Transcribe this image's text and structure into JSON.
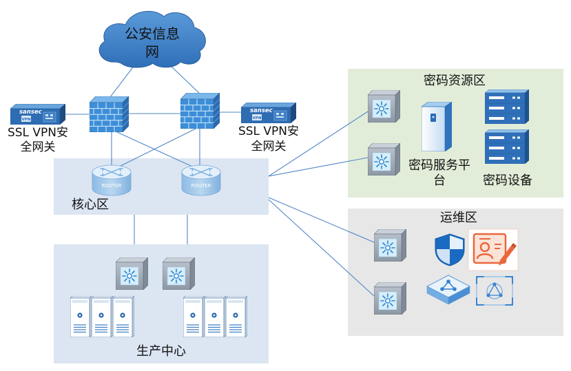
{
  "cloud": {
    "label_line1": "公安信息",
    "label_line2": "网"
  },
  "vpn_gateways": [
    {
      "logo": "sansec",
      "badge": "VPN",
      "label_line1": "SSL VPN安",
      "label_line2": "全网关"
    },
    {
      "logo": "sansec",
      "badge": "VPN",
      "label_line1": "SSL VPN安",
      "label_line2": "全网关"
    }
  ],
  "core_zone": {
    "title": "核心区",
    "router_label": "ROUTER"
  },
  "production_zone": {
    "title": "生产中心"
  },
  "crypto_zone": {
    "title": "密码资源区",
    "platform_label_line1": "密码服务平",
    "platform_label_line2": "台",
    "device_label": "密码设备"
  },
  "ops_zone": {
    "title": "运维区"
  },
  "icons": {
    "cloud": "cloud-icon",
    "firewall": "firewall-icon",
    "vpn_gateway": "vpn-gateway-icon",
    "router": "router-icon",
    "node": "network-node-icon",
    "server_tower": "server-tower-icon",
    "platform": "service-platform-icon",
    "rack_server": "rack-server-icon",
    "shield": "shield-icon",
    "user_card": "user-card-edit-icon",
    "topology_tile": "topology-tile-icon",
    "scan": "scan-icon"
  },
  "colors": {
    "link": "#4f86c6",
    "cloud": "#3f80c7",
    "core_zone_fill": "#dce5f2",
    "production_zone_fill": "#dce5f2",
    "crypto_zone_fill": "#e2edd9",
    "ops_zone_fill": "#e7e7e7",
    "accent_orange": "#e9673c"
  }
}
